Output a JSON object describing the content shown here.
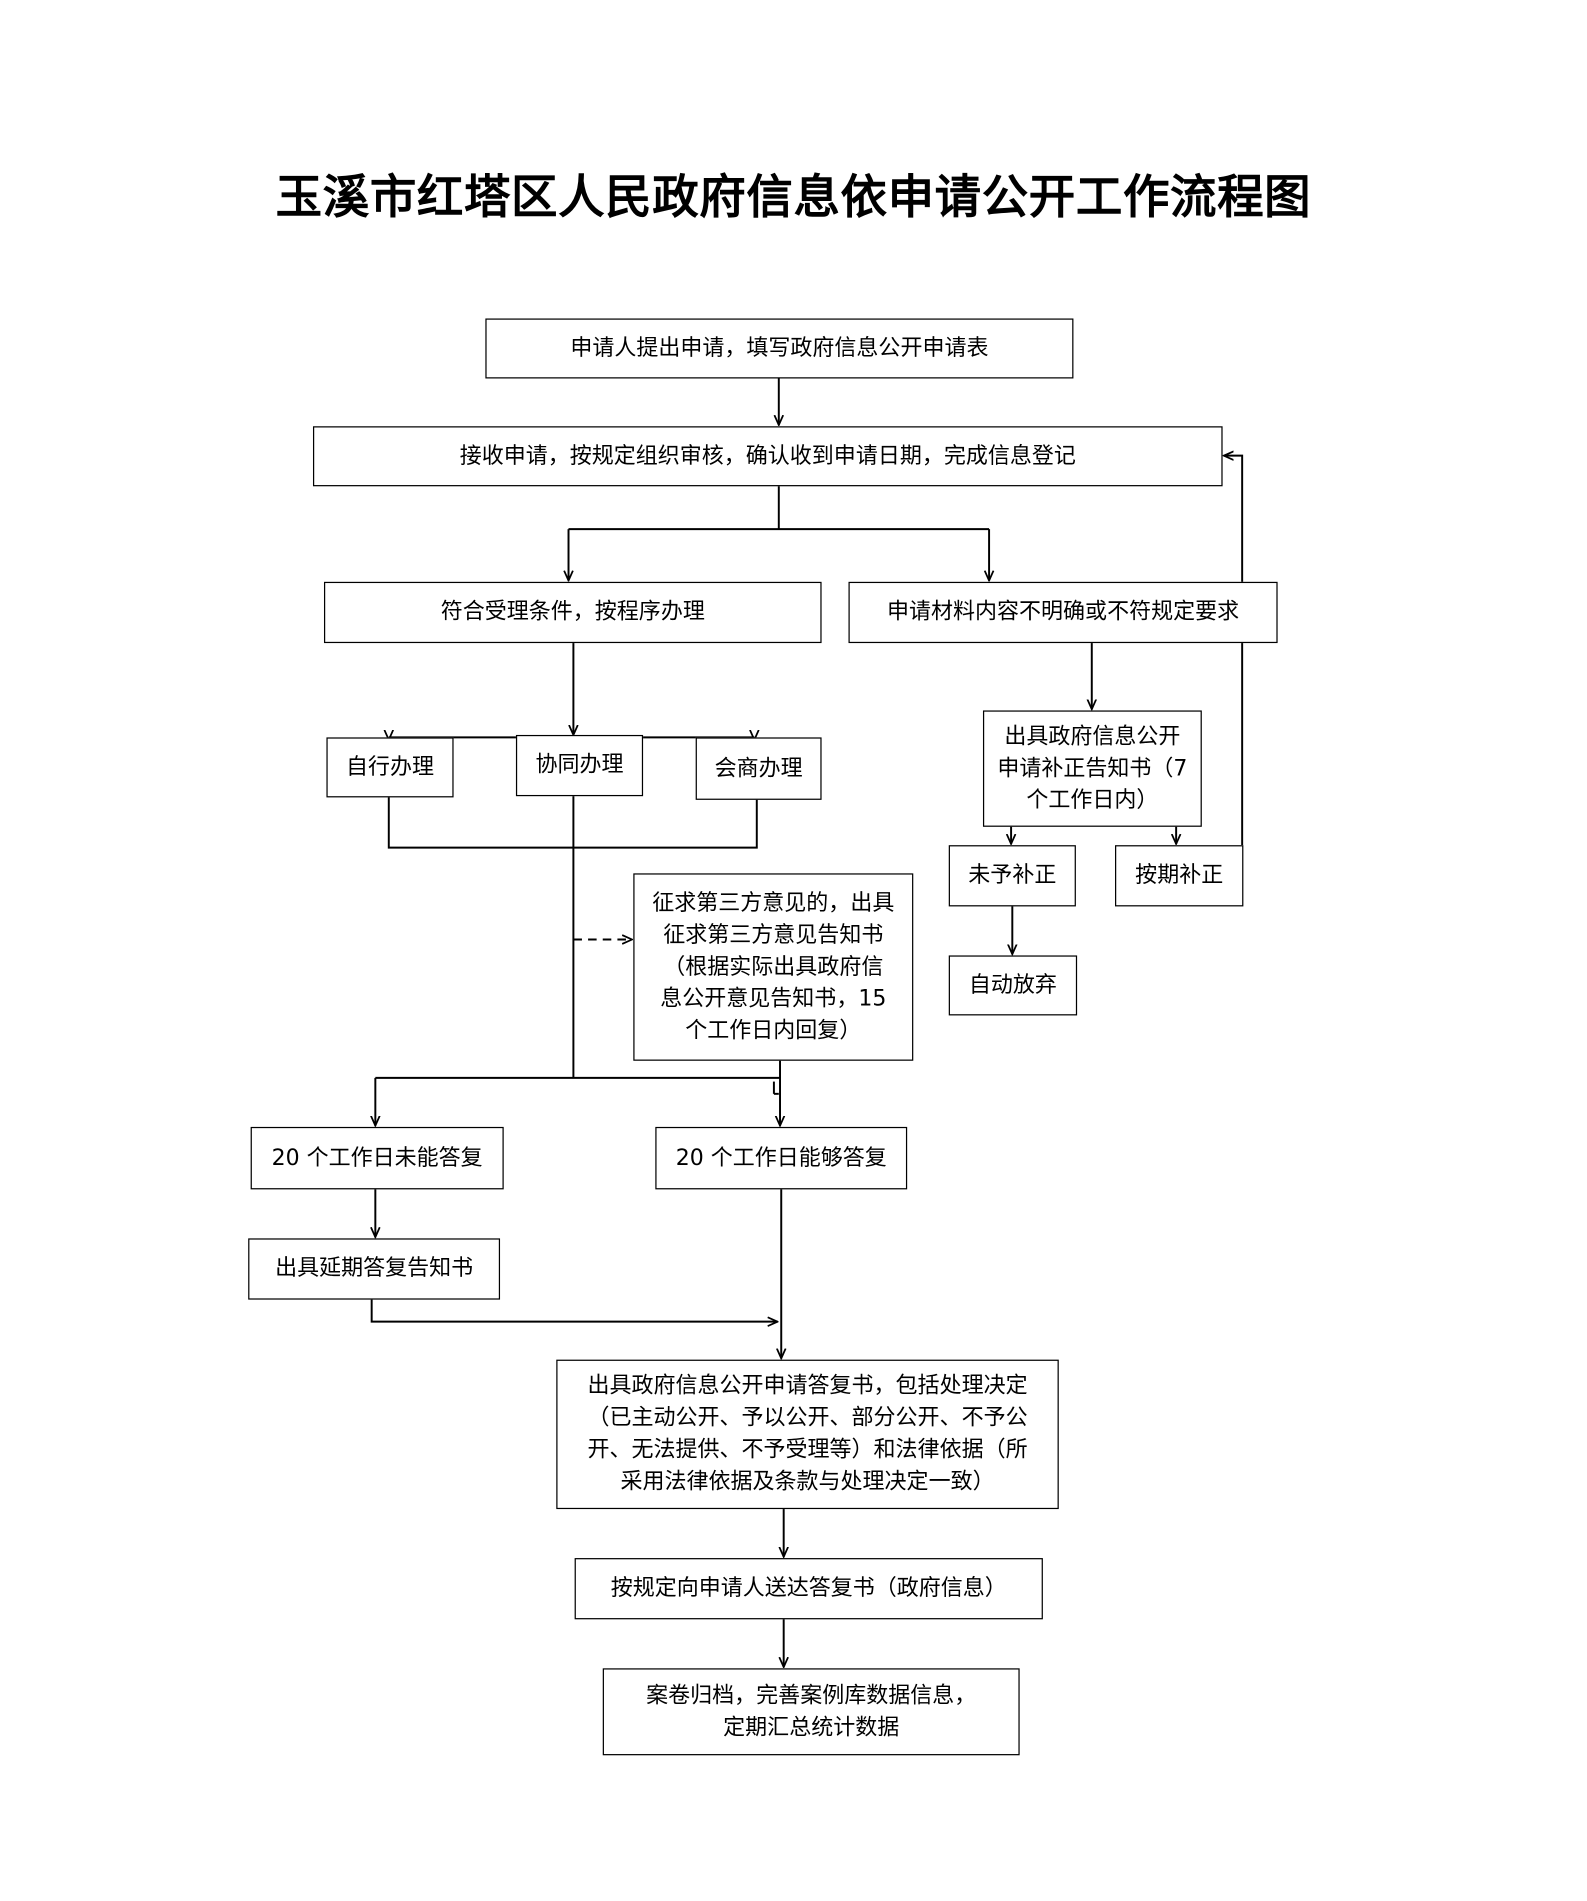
{
  "title": "玉溪市红塔区人民政府信息依申请公开工作流程图",
  "nodes": {
    "submit": "申请人提出申请，填写政府信息公开申请表",
    "receive": "接收申请，按规定组织审核，确认收到申请日期，完成信息登记",
    "accept": "符合受理条件，按程序办理",
    "unclear": "申请材料内容不明确或不符规定要求",
    "self_handle": "自行办理",
    "joint_handle": "协同办理",
    "consult_handle": "会商办理",
    "correction_notice": [
      "出具政府信息公开",
      "申请补正告知书（7",
      "个工作日内）"
    ],
    "no_correction": "未予补正",
    "on_time_correction": "按期补正",
    "auto_abandon": "自动放弃",
    "third_party": [
      "征求第三方意见的，出具",
      "征求第三方意见告知书",
      "（根据实际出具政府信",
      "息公开意见告知书，15",
      "个工作日内回复）"
    ],
    "not_in_20": "20 个工作日未能答复",
    "in_20": "20 个工作日能够答复",
    "extension_notice": "出具延期答复告知书",
    "reply_doc": [
      "出具政府信息公开申请答复书，包括处理决定",
      "（已主动公开、予以公开、部分公开、不予公",
      "开、无法提供、不予受理等）和法律依据（所",
      "采用法律依据及条款与处理决定一致）"
    ],
    "deliver": "按规定向申请人送达答复书（政府信息）",
    "archive": [
      "案卷归档，完善案例库数据信息，",
      "定期汇总统计数据"
    ]
  }
}
